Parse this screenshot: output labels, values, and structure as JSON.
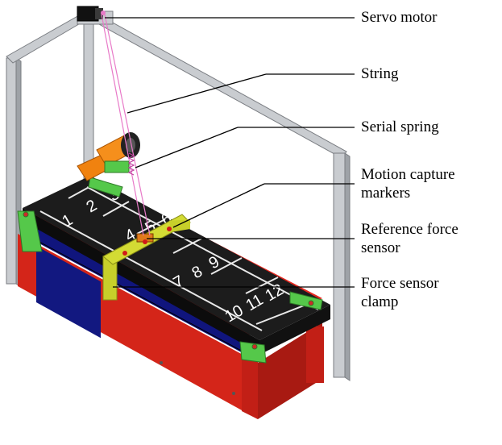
{
  "labels": {
    "servo_motor": "Servo motor",
    "string": "String",
    "serial_spring": "Serial spring",
    "motion_capture_l1": "Motion capture",
    "motion_capture_l2": "markers",
    "ref_force_l1": "Reference force",
    "ref_force_l2": "sensor",
    "clamp_l1": "Force sensor",
    "clamp_l2": "clamp"
  },
  "belt_numbers": [
    "1",
    "2",
    "3",
    "4",
    "5",
    "6",
    "7",
    "8",
    "9",
    "10",
    "11",
    "12"
  ],
  "colors": {
    "frame": "#c9ccd0",
    "base": "#e5281f",
    "belt": "#1c1c1c",
    "side_panel": "#0f137a",
    "clamp": "#c7cf2a",
    "accent_green": "#55c84a",
    "motor_orange": "#f0820f",
    "string_pink": "#e87ac8"
  }
}
